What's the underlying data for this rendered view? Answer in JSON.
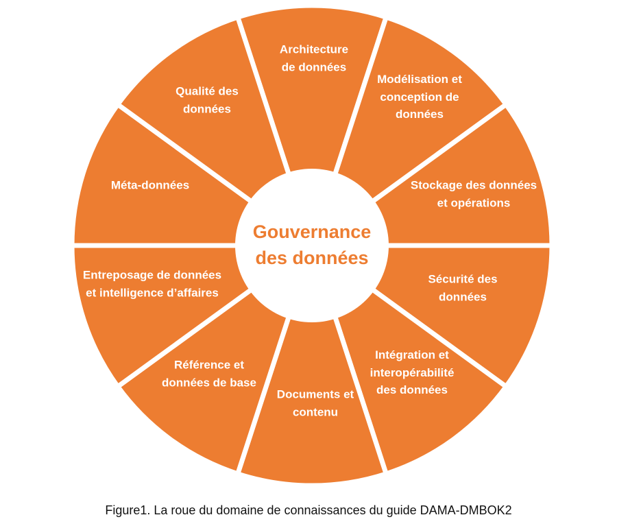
{
  "figure": {
    "caption": "Figure1. La roue du domaine de connaissances du guide DAMA-DMBOK2",
    "wheel": {
      "center_label": "Gouvernance\ndes données",
      "colors": {
        "segment_fill": "#ED7D31",
        "divider": "#FFFFFF",
        "segment_text": "#FFFFFF",
        "center_text": "#ED7D31",
        "hub_fill": "#FFFFFF"
      },
      "segments": [
        {
          "id": "architecture",
          "label": "Architecture\nde données"
        },
        {
          "id": "modelisation",
          "label": "Modélisation et\nconception de\ndonnées"
        },
        {
          "id": "stockage",
          "label": "Stockage des données\net opérations"
        },
        {
          "id": "securite",
          "label": "Sécurité des\ndonnées"
        },
        {
          "id": "integration",
          "label": "Intégration et\ninteropérabilité\ndes données"
        },
        {
          "id": "documents",
          "label": "Documents et\ncontenu"
        },
        {
          "id": "reference",
          "label": "Référence et\ndonnées de base"
        },
        {
          "id": "entreposage",
          "label": "Entreposage de données\net intelligence d’affaires"
        },
        {
          "id": "metadonnees",
          "label": "Méta-données"
        },
        {
          "id": "qualite",
          "label": "Qualité des\ndonnées"
        }
      ]
    }
  }
}
